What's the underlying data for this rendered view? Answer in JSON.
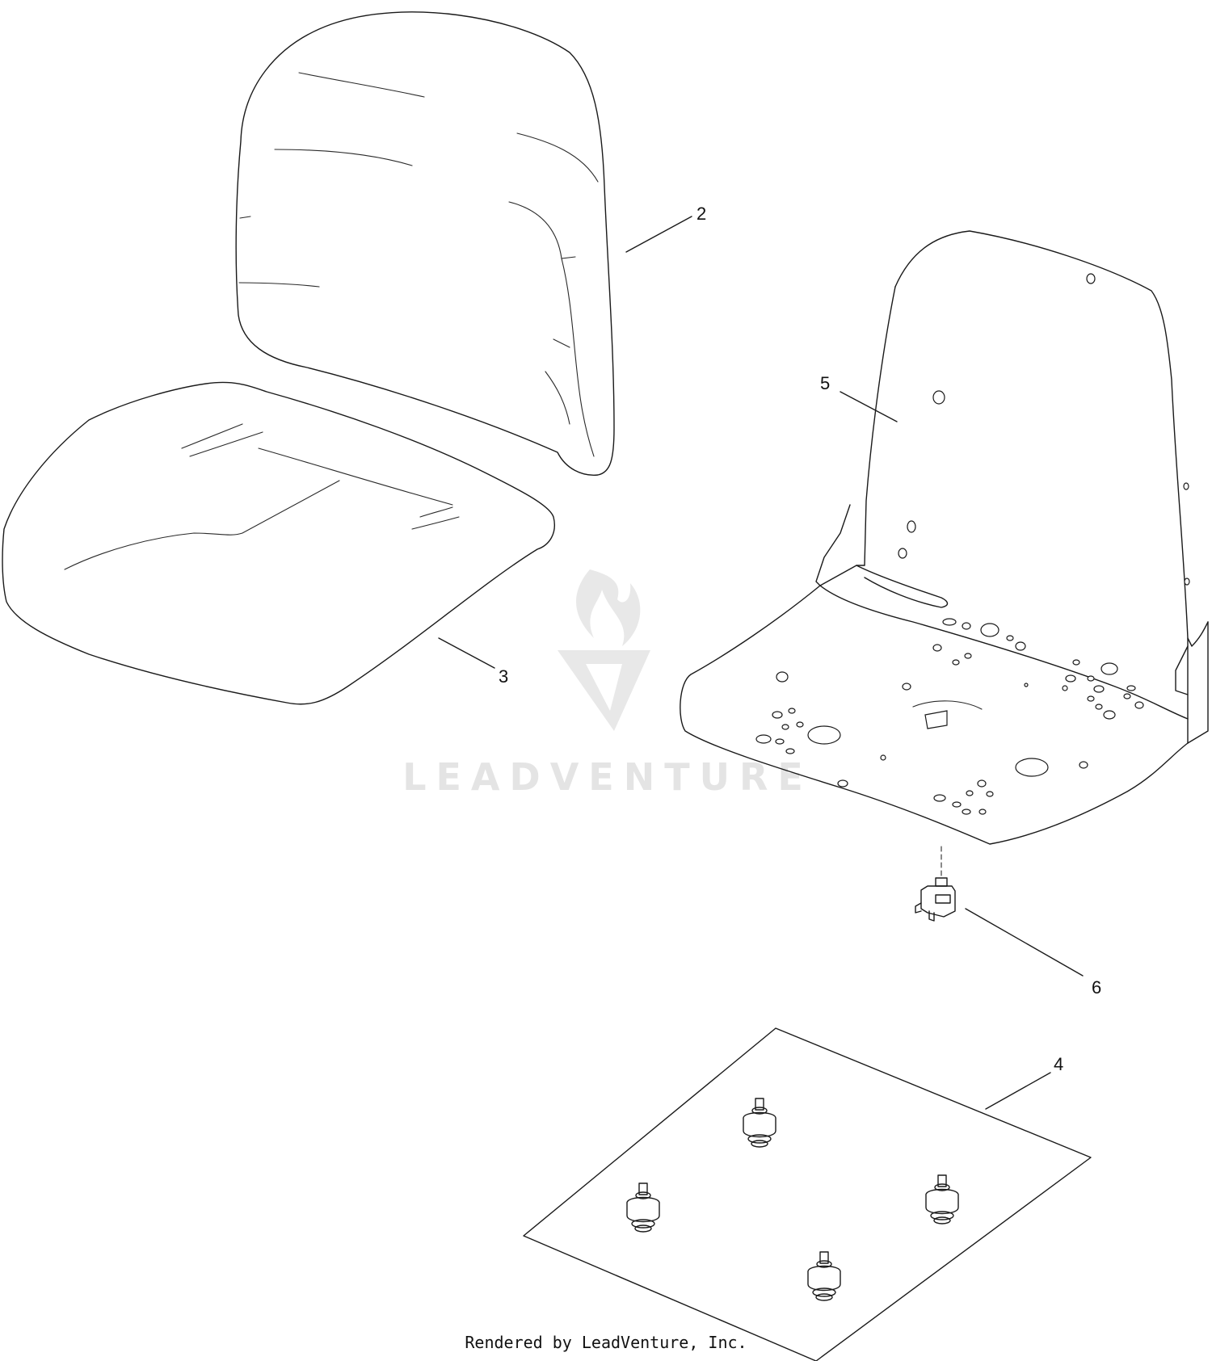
{
  "callouts": [
    {
      "id": "2",
      "label": "2"
    },
    {
      "id": "3",
      "label": "3"
    },
    {
      "id": "4",
      "label": "4"
    },
    {
      "id": "5",
      "label": "5"
    },
    {
      "id": "6",
      "label": "6"
    }
  ],
  "watermark": {
    "text": "LEADVENTURE"
  },
  "footer": {
    "text": "Rendered by LeadVenture, Inc."
  }
}
